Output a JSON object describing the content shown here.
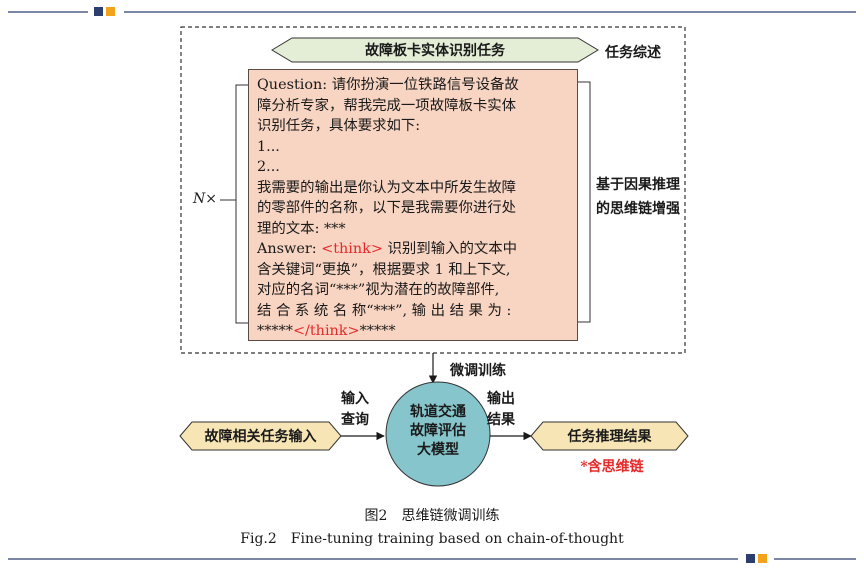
{
  "task_title": "故障板卡实体识别任务",
  "task_overview_label": "任务综述",
  "causal_label_line1": "基于因果推理",
  "causal_label_line2": "的思维链增强",
  "repeat_label": "N×",
  "finetune_label": "微调训练",
  "prompt": {
    "question_line1": "Question: 请你扮演一位铁路信号设备故",
    "question_line2": "障分析专家，帮我完成一项故障板卡实体",
    "question_line3": "识别任务，具体要求如下:",
    "item1": "1...",
    "item2": "2...",
    "req_line1": "我需要的输出是你认为文本中所发生故障",
    "req_line2": "的零部件的名称，以下是我需要你进行处",
    "req_line3": "理的文本: ***",
    "answer_prefix": "Answer: ",
    "think_open": "<think>",
    "answer_line1_rest": " 识别到输入的文本中",
    "answer_line2": "含关键词“更换”，根据要求 1 和上下文,",
    "answer_line3": "对应的名词“***”视为潜在的故障部件,",
    "answer_line4": "结 合 系 统 名 称“***”, 输 出 结 果 为 :",
    "answer_line5_start": "*****",
    "think_close": "</think>",
    "answer_line5_end": "*****"
  },
  "input_box_label": "故障相关任务输入",
  "input_query_line1": "输入",
  "input_query_line2": "查询",
  "model_line1": "轨道交通",
  "model_line2": "故障评估",
  "model_line3": "大模型",
  "output_line1": "输出",
  "output_line2": "结果",
  "result_box_label": "任务推理结果",
  "red_note": "*含思维链",
  "caption_zh": "图2　思维链微调训练",
  "caption_en": "Fig.2　Fine-tuning training based on chain-of-thought",
  "colors": {
    "prompt_fill": "#f8d4c2",
    "hexagon_fill": "#e4eed7",
    "io_fill": "#f7e5b5",
    "model_fill": "#86c5cc",
    "accent_red": "#e52a2a",
    "rule_navy": "#2b3e6e",
    "rule_orange": "#f2a31b"
  }
}
